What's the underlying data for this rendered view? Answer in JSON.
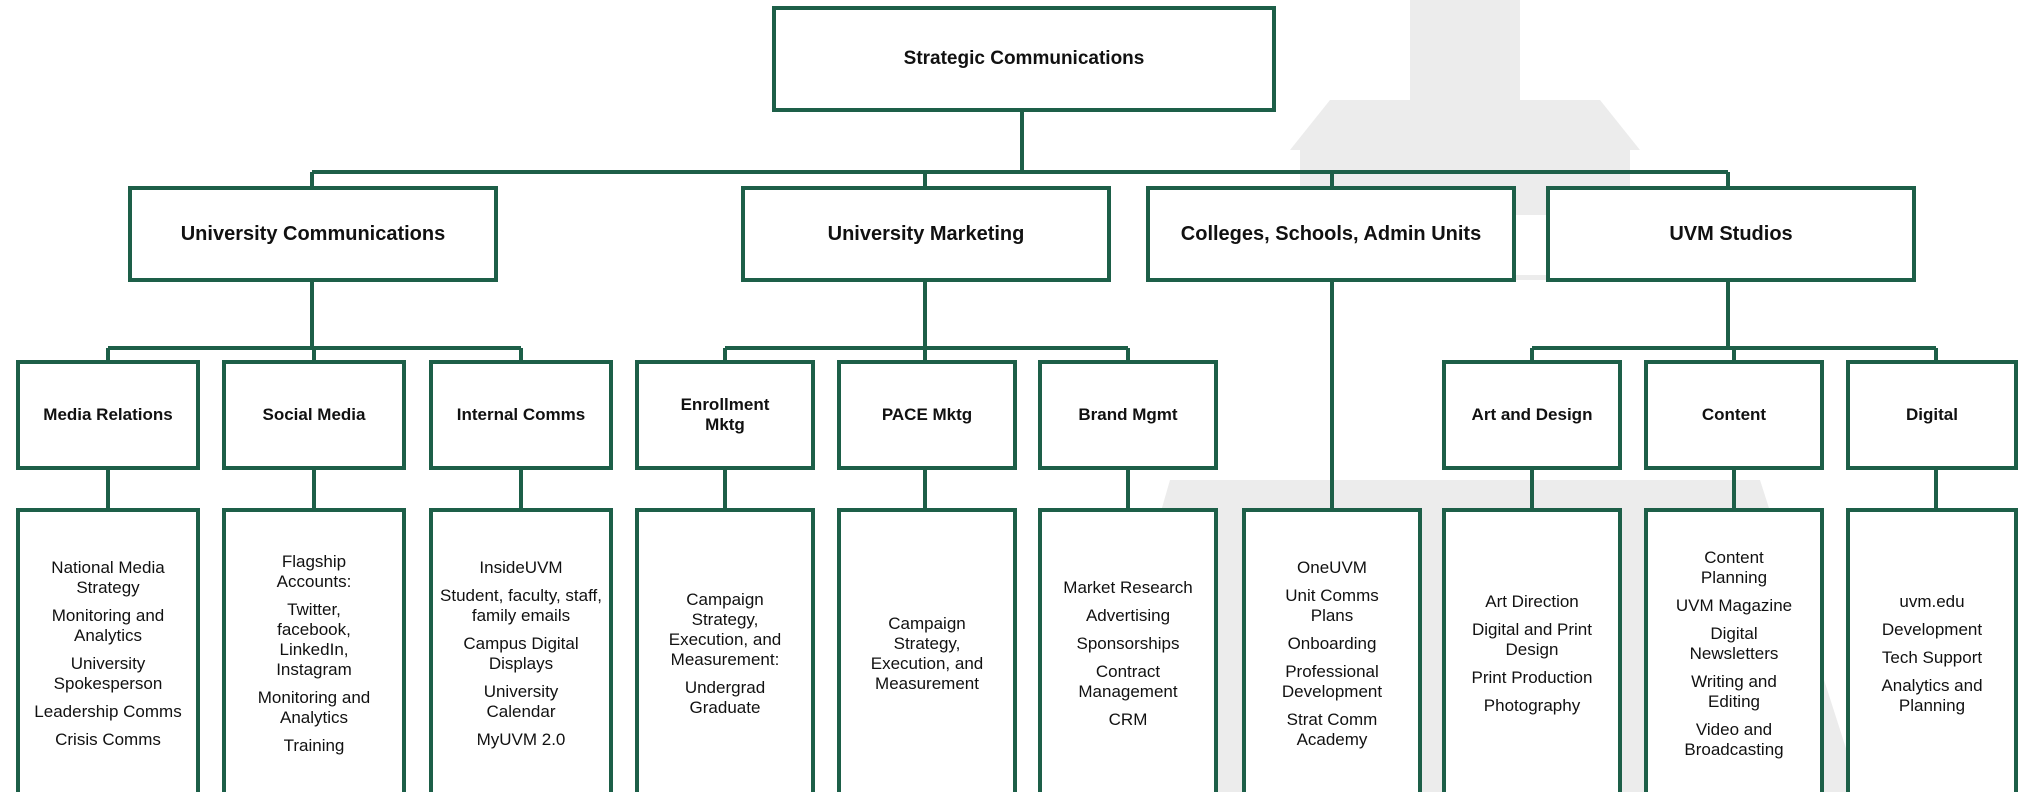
{
  "root": {
    "label": "Strategic Communications"
  },
  "divisions": [
    {
      "label": "University Communications",
      "units": [
        {
          "label": "Media Relations",
          "items": [
            "National Media Strategy",
            "Monitoring and Analytics",
            "University Spokesperson",
            "Leadership Comms",
            "Crisis Comms"
          ]
        },
        {
          "label": "Social Media",
          "items": [
            "Flagship Accounts:",
            "Twitter, facebook, LinkedIn, Instagram",
            "Monitoring and Analytics",
            "Training"
          ]
        },
        {
          "label": "Internal Comms",
          "items": [
            "InsideUVM",
            "Student, faculty, staff, family emails",
            "Campus Digital Displays",
            "University Calendar",
            "MyUVM 2.0"
          ]
        }
      ]
    },
    {
      "label": "University Marketing",
      "units": [
        {
          "label": "Enrollment Mktg",
          "items": [
            "Campaign Strategy, Execution, and Measurement:",
            "Undergrad Graduate"
          ]
        },
        {
          "label": "PACE Mktg",
          "items": [
            "Campaign Strategy, Execution, and Measurement"
          ]
        },
        {
          "label": "Brand Mgmt",
          "items": [
            "Market Research",
            "Advertising",
            "Sponsorships",
            "Contract Management",
            "CRM"
          ]
        }
      ]
    },
    {
      "label": "Colleges, Schools, Admin Units",
      "items": [
        "OneUVM",
        "Unit Comms Plans",
        "Onboarding",
        "Professional Development",
        "Strat Comm Academy"
      ]
    },
    {
      "label": "UVM Studios",
      "units": [
        {
          "label": "Art and Design",
          "items": [
            "Art Direction",
            "Digital and Print Design",
            "Print Production",
            "Photography"
          ]
        },
        {
          "label": "Content",
          "items": [
            "Content Planning",
            "UVM Magazine",
            "Digital Newsletters",
            "Writing and Editing",
            "Video and Broadcasting"
          ]
        },
        {
          "label": "Digital",
          "items": [
            "uvm.edu",
            "Development",
            "Tech Support",
            "Analytics and Planning"
          ]
        }
      ]
    }
  ],
  "colors": {
    "line": "#1d5f48",
    "box_border": "#1d5f48",
    "watermark": "#ebebeb"
  }
}
